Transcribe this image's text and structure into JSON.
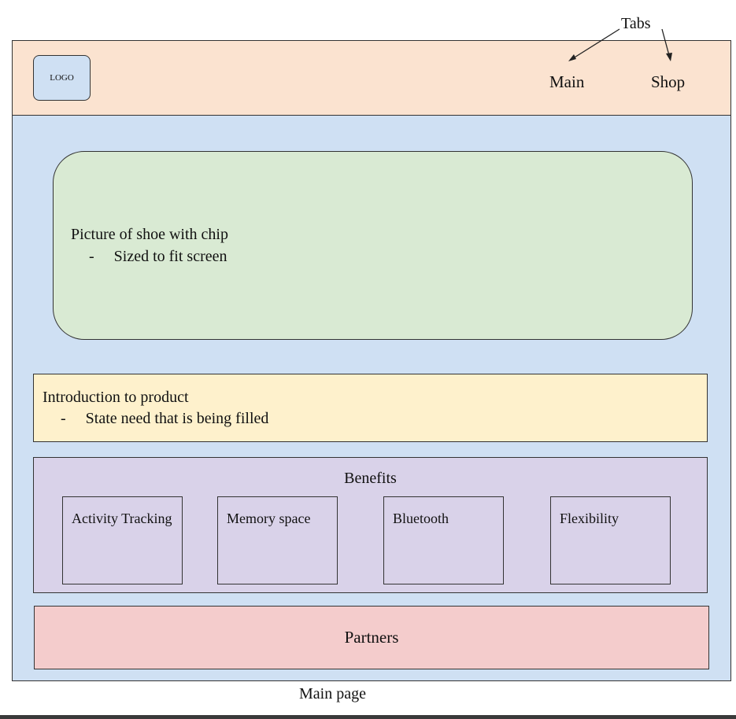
{
  "annotation": {
    "tabs_label": "Tabs"
  },
  "header": {
    "logo_text": "LOGO",
    "tabs": [
      {
        "label": "Main"
      },
      {
        "label": "Shop"
      }
    ]
  },
  "hero": {
    "title": "Picture of shoe with chip",
    "bullet": "-     Sized to fit screen"
  },
  "intro": {
    "title": "Introduction to product",
    "bullet": "-     State need that is being filled"
  },
  "benefits": {
    "title": "Benefits",
    "items": [
      {
        "label": "Activity Tracking"
      },
      {
        "label": "Memory space"
      },
      {
        "label": "Bluetooth"
      },
      {
        "label": "Flexibility"
      }
    ]
  },
  "partners": {
    "label": "Partners"
  },
  "caption": "Main page",
  "colors": {
    "header_bg": "#fbe3d0",
    "page_bg": "#cfe0f3",
    "hero_bg": "#d9ead3",
    "intro_bg": "#fef1cc",
    "benefits_bg": "#d9d2e9",
    "partners_bg": "#f4cccc"
  }
}
